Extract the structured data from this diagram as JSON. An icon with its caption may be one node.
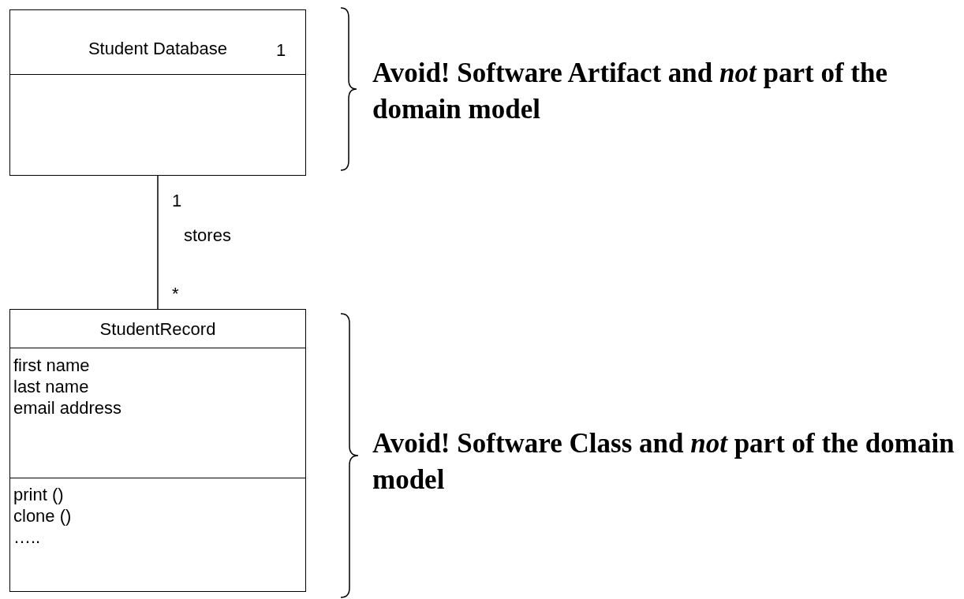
{
  "diagram": {
    "nodes": [
      {
        "text": [
          "Student Database",
          "1"
        ]
      },
      {
        "text": [
          "StudentRecord",
          "first name",
          "last name",
          "email address",
          "print ()",
          "clone ()",
          "….."
        ]
      }
    ],
    "edges": [
      {
        "from": 0,
        "to": 1,
        "arrow": "none",
        "label": "stores"
      }
    ],
    "labels": [
      "1",
      "*",
      "Avoid! Software Artifact and *not* part of the domain model",
      "Avoid! Software Class and *not* part of the domain model"
    ]
  }
}
